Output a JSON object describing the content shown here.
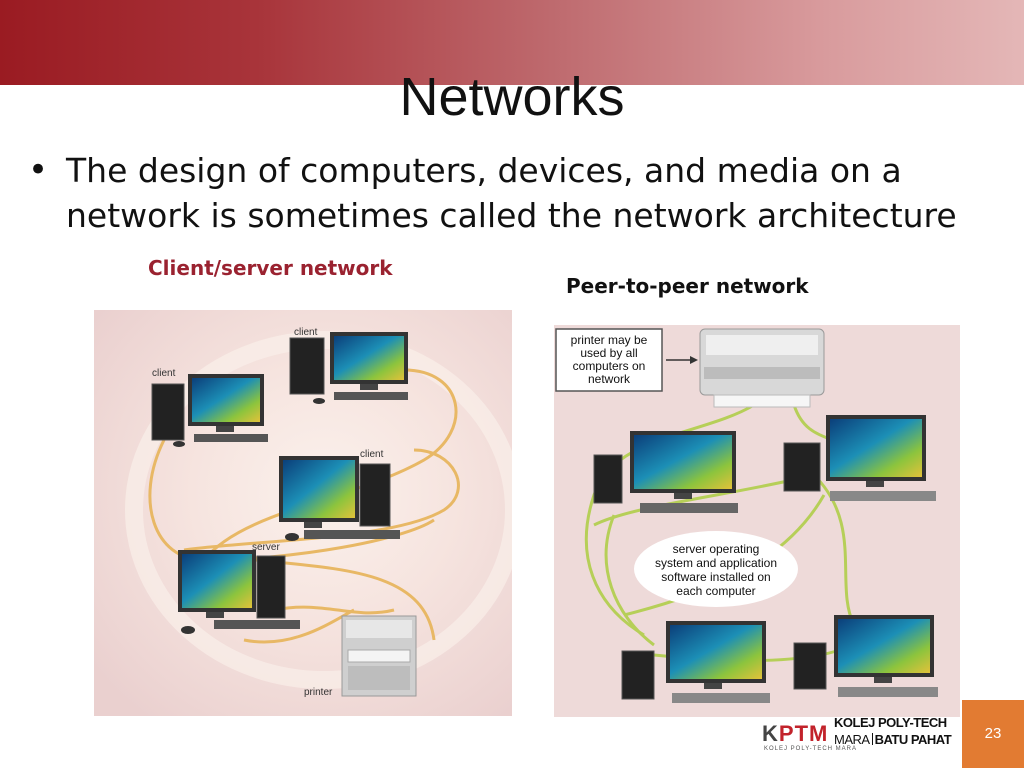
{
  "slide": {
    "title": "Networks",
    "bullet_marker": "•",
    "bullet_text": "The design of computers, devices, and media on a network is sometimes called the network architecture",
    "page_number": "23"
  },
  "client_server": {
    "caption": "Client/server network",
    "labels": {
      "client_top": "client",
      "client_left": "client",
      "client_middle": "client",
      "server": "server",
      "printer": "printer"
    }
  },
  "peer_to_peer": {
    "caption": "Peer-to-peer network",
    "printer_note": [
      "printer may be",
      "used by all",
      "computers on",
      "network"
    ],
    "center_note": [
      "server operating",
      "system and application",
      "software installed on",
      "each computer"
    ]
  },
  "logo": {
    "mark_a": "K",
    "mark_b": "PTM",
    "mark_sub": "KOLEJ POLY-TECH MARA",
    "line1": "KOLEJ POLY-TECH",
    "line2_a": "MARA",
    "line2_b": "BATU PAHAT"
  },
  "colors": {
    "header_dark": "#9a1b22",
    "header_light": "#e4b7b7",
    "caption_red": "#9a2230",
    "page_box": "#e27b32",
    "panel_bg": "#f0dcdc",
    "cable": "#e8b865"
  }
}
